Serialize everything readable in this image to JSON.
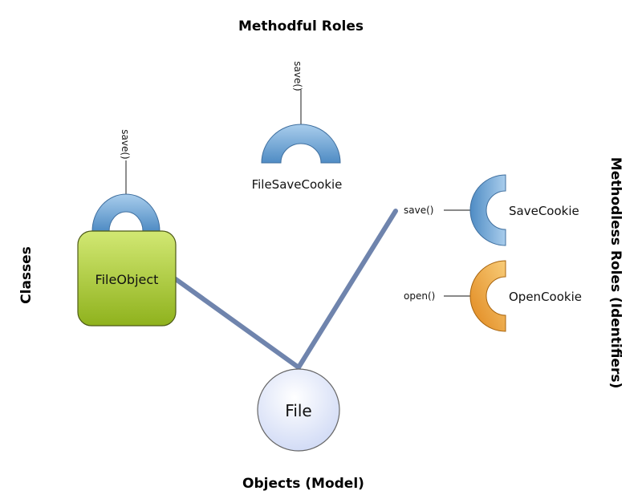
{
  "headings": {
    "methodful_roles": "Methodful Roles",
    "classes": "Classes",
    "methodless_roles": "Methodless Roles (Identifiers)",
    "objects": "Objects (Model)"
  },
  "methodful_role": {
    "name": "FileSaveCookie",
    "method": "save()"
  },
  "class": {
    "name": "FileObject",
    "method": "save()"
  },
  "object": {
    "name": "File"
  },
  "methodless_roles": [
    {
      "name": "SaveCookie",
      "method": "save()"
    },
    {
      "name": "OpenCookie",
      "method": "open()"
    }
  ],
  "colors": {
    "role_blue": "#6ea6d6",
    "role_orange": "#f0a236",
    "class_green": "#b6d436",
    "link": "#6f84ad",
    "object_fill": "#e6ecfb"
  }
}
